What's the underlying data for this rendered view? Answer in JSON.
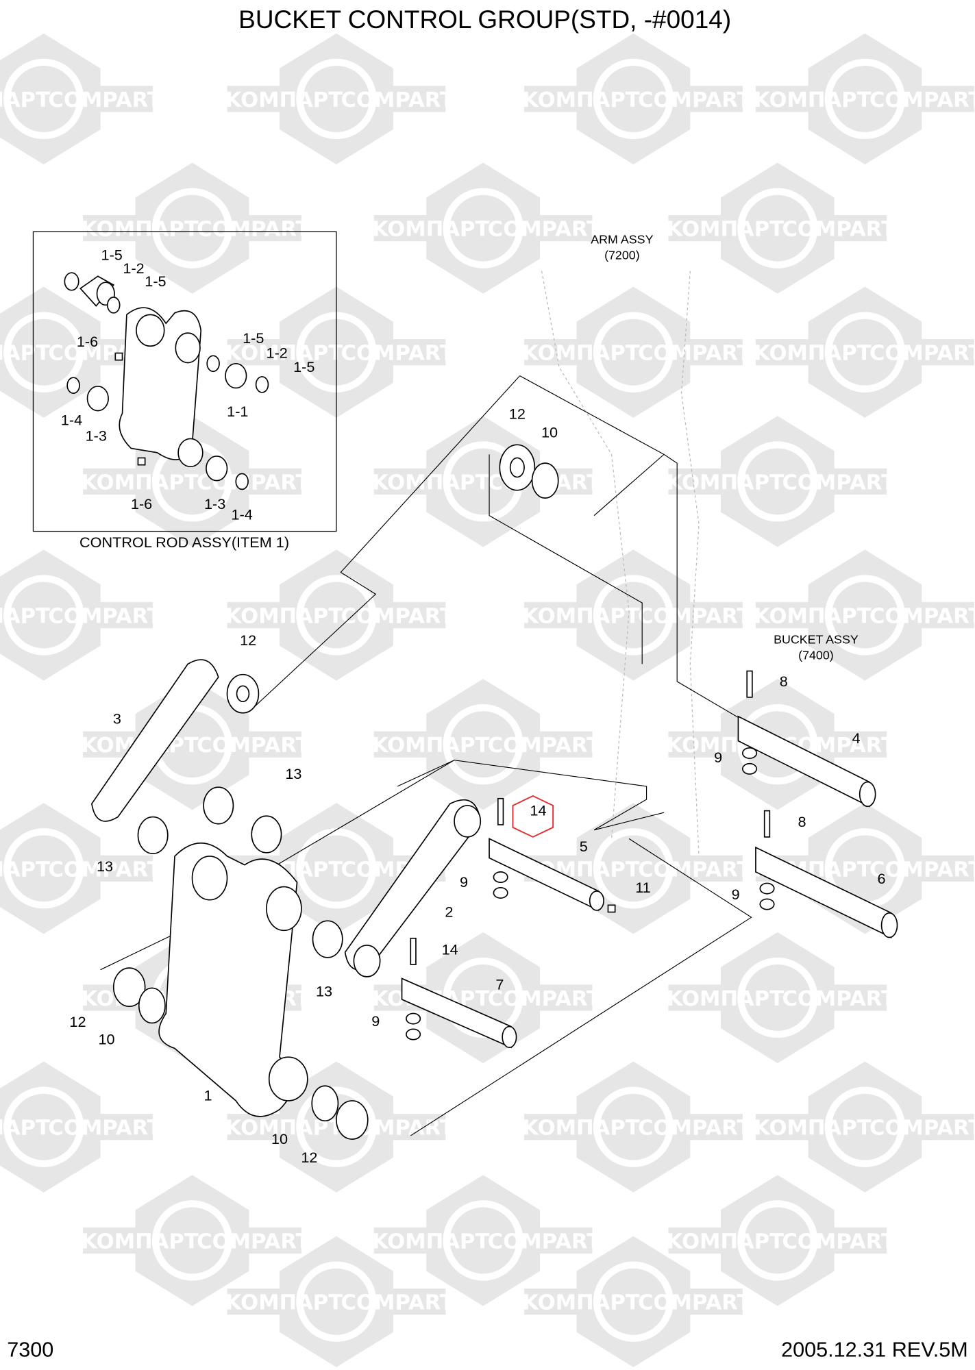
{
  "title": "BUCKET CONTROL  GROUP(STD, -#0014)",
  "page_number": "7300",
  "revision": "2005.12.31 REV.5M",
  "watermark": {
    "left_text": "KOMПАРТ",
    "right_text": "COMPART"
  },
  "inset": {
    "caption": "CONTROL ROD ASSY(ITEM 1)",
    "callouts": [
      "1-5",
      "1-2",
      "1-5",
      "1-6",
      "1-5",
      "1-2",
      "1-5",
      "1-1",
      "1-4",
      "1-3",
      "1-6",
      "1-3",
      "1-4"
    ]
  },
  "references": {
    "arm_assy": {
      "name": "ARM ASSY",
      "code": "(7200)"
    },
    "bucket_assy": {
      "name": "BUCKET ASSY",
      "code": "(7400)"
    }
  },
  "callouts": [
    "12",
    "10",
    "12",
    "3",
    "8",
    "4",
    "9",
    "13",
    "14",
    "8",
    "5",
    "13",
    "9",
    "11",
    "9",
    "6",
    "2",
    "14",
    "13",
    "7",
    "12",
    "9",
    "10",
    "1",
    "10",
    "12"
  ],
  "highlighted_callout": "14",
  "highlight_color": "#e03030"
}
